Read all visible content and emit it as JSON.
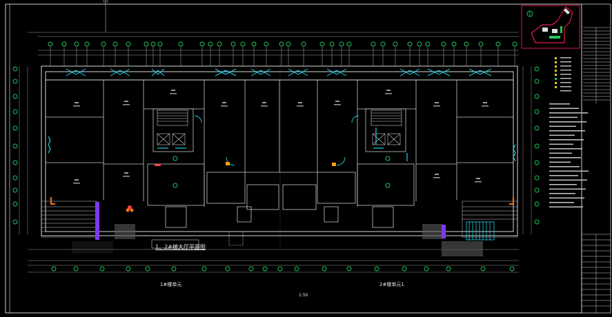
{
  "drawing": {
    "background": "#000000",
    "colors": {
      "linework": "#d9d9d9",
      "dim": "#9a9a9a",
      "window": "#22d3e6",
      "axis_bubble": "#22c55e",
      "purple": "#7c3aed",
      "legend_box": "#e11d48",
      "orange": "#f97316",
      "red": "#ef4444",
      "yellow": "#facc15"
    },
    "labels": {
      "main_title": "1、2#楼大厅平面图",
      "left_unit": "1#楼单元",
      "center_label": "1:50",
      "right_unit": "2#楼单元1"
    }
  }
}
